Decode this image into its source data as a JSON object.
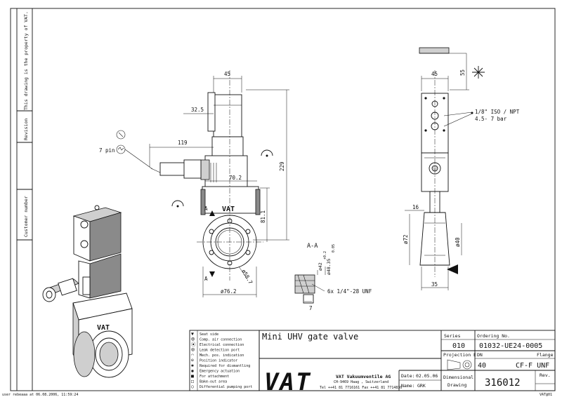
{
  "margin": {
    "property_note": "This drawing is the property of VAT.",
    "revision_label": "Revision",
    "customer_label": "Customer number"
  },
  "footer": {
    "user_stamp": "user rebeaaa at 06.08.2006, 11:59:24",
    "corner_code": "VAT@01"
  },
  "dimensions": {
    "front_width": "45",
    "side_width": "45",
    "actuator_offset": "32.5",
    "connector_len": "119",
    "body_width": "70.2",
    "total_height": "229",
    "flange_center": "81.1",
    "flange_dia": "ø76.2",
    "bolt_circle": "ø58.7",
    "top_clearance": "55",
    "side_16": "16",
    "side_dia72": "ø72",
    "side_dia40": "ø40",
    "side_35": "35",
    "sec_d1": "ø42",
    "sec_d1_tol": "+0.2",
    "sec_d2": "ø48.35",
    "sec_d2_tol": "0.05",
    "sec_7": "7",
    "thread": "6x 1/4\"-28 UNF",
    "section_mark": "A",
    "section_title": "A-A"
  },
  "annotations": {
    "pins": "7 pin",
    "air_connection_1": "1/8\" ISO / NPT",
    "air_connection_2": "4.5- 7 bar"
  },
  "legend": [
    {
      "icon": "seat-side-icon",
      "label": "Seat side"
    },
    {
      "icon": "compressed-air-icon",
      "label": "Comp. air connection"
    },
    {
      "icon": "electrical-icon",
      "label": "Electrical connection"
    },
    {
      "icon": "leak-detection-icon",
      "label": "Leak detection port"
    },
    {
      "icon": "position-indicator-icon",
      "label": "Mech. pos. indication"
    },
    {
      "icon": "position-indicator-2-icon",
      "label": "Position indicator"
    },
    {
      "icon": "dismantling-icon",
      "label": "Required for dismantling"
    },
    {
      "icon": "emergency-icon",
      "label": "Emergency actuation"
    },
    {
      "icon": "attachment-icon",
      "label": "For attachment"
    },
    {
      "icon": "bakeout-icon",
      "label": "Bake-out area"
    },
    {
      "icon": "pumping-port-icon",
      "label": "Differential pumping port"
    }
  ],
  "title_block": {
    "title": "Mini UHV gate valve",
    "company": "VAT Vakuumventile AG",
    "address": "CH-9469 Haag , Switzerland",
    "contact": "Tel ++41 81 7716161 Fax ++41 81 7714830",
    "logo_text": "VAT",
    "date_label": "Date:",
    "date_value": "02.05.06",
    "name_label": "Name:",
    "name_value": "GRK",
    "series_label": "Series",
    "series_value": "010",
    "ordering_label": "Ordering No.",
    "ordering_value": "01032-UE24-0005",
    "projection_label": "Projection E",
    "dn_label": "DN",
    "dn_value": "40",
    "flange_label": "Flange",
    "flange_value": "CF-F  UNF",
    "dimensional_label": "Dimensional",
    "drawing_label": "Drawing",
    "drawing_no": "316012",
    "rev_label": "Rev."
  }
}
